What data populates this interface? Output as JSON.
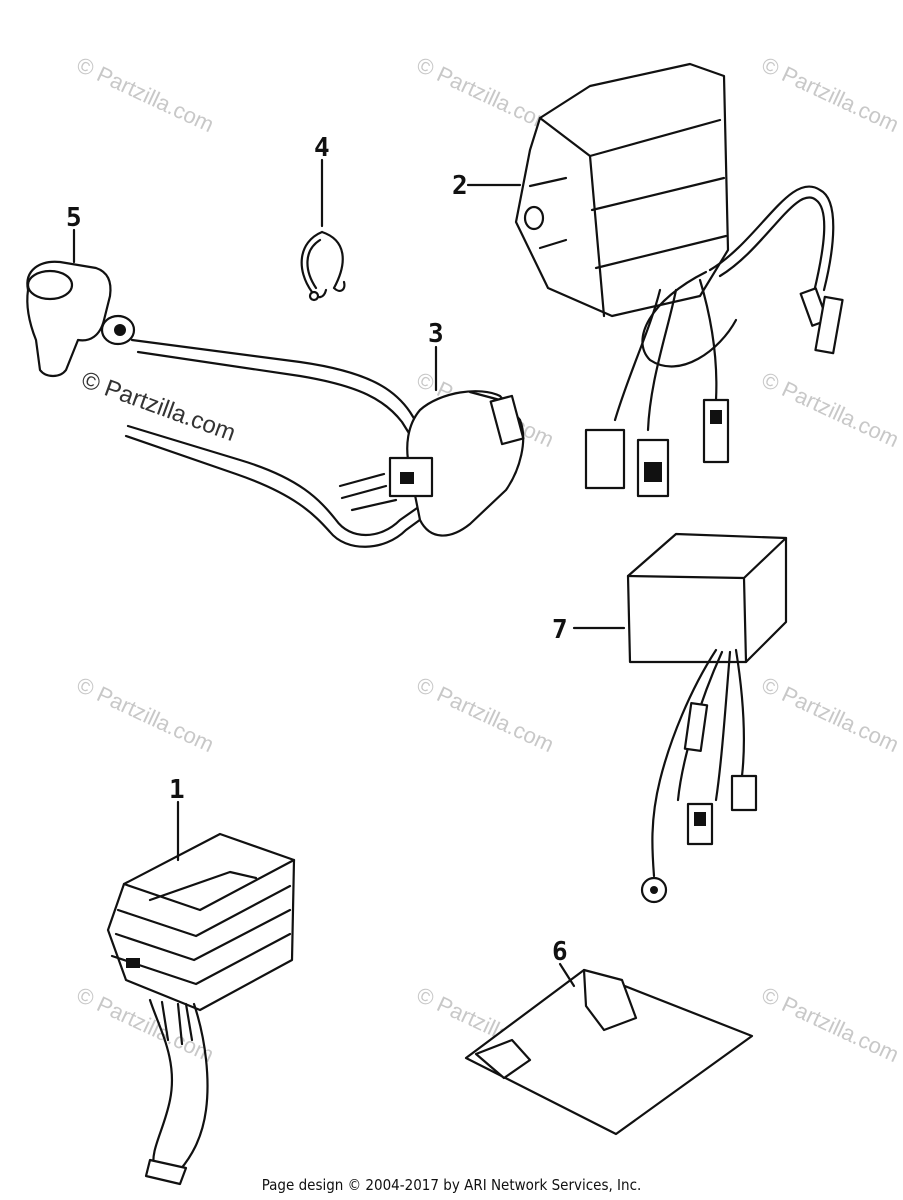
{
  "callouts": {
    "c1": "1",
    "c2": "2",
    "c3": "3",
    "c4": "4",
    "c5": "5",
    "c6": "6",
    "c7": "7"
  },
  "watermark": {
    "text": "© Partzilla.com",
    "dark_text": "© Partzilla.com"
  },
  "footer": {
    "text": "Page design © 2004-2017 by ARI Network Services, Inc."
  }
}
